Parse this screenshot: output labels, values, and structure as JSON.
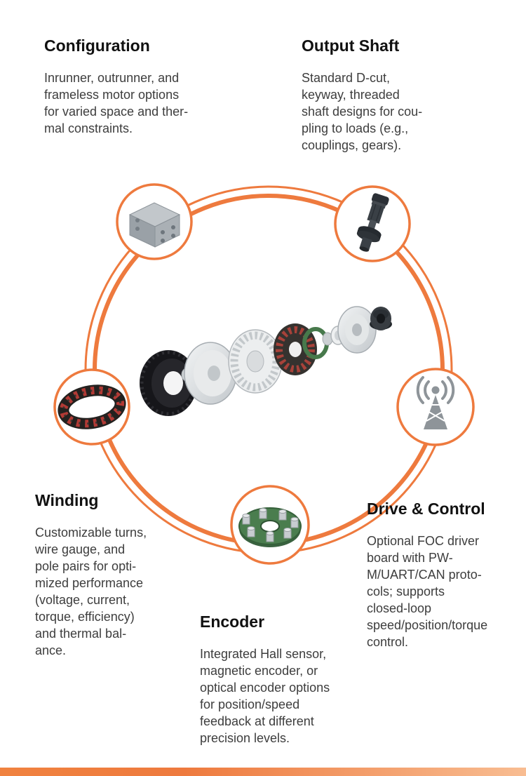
{
  "accent_color": "#ee7a3e",
  "sections": {
    "configuration": {
      "title": "Configuration",
      "body": "Inrunner, outrunner, and\nframeless motor options\nfor varied space and ther-\nmal constraints."
    },
    "output_shaft": {
      "title": "Output Shaft",
      "body": "Standard D-cut,\nkeyway, threaded\nshaft designs for cou-\npling to loads (e.g.,\ncouplings, gears)."
    },
    "winding": {
      "title": "Winding",
      "body": "Customizable turns,\nwire gauge, and\npole pairs for opti-\nmized performance\n(voltage, current,\ntorque, efficiency)\nand thermal bal-\nance."
    },
    "encoder": {
      "title": "Encoder",
      "body": "Integrated Hall sensor,\nmagnetic encoder, or\noptical encoder options\nfor position/speed\nfeedback at different\nprecision levels."
    },
    "drive_control": {
      "title": "Drive & Control",
      "body": "Optional FOC driver\nboard with PW-\nM/UART/CAN proto-\ncols; supports\nclosed-loop\nspeed/position/torque\ncontrol."
    }
  },
  "diagram": {
    "ring_color": "#ee7a3e",
    "center_illustration": "exploded-motor-assembly",
    "nodes": [
      {
        "section": "configuration",
        "icon": "frameless-motor-icon"
      },
      {
        "section": "output_shaft",
        "icon": "output-shaft-icon"
      },
      {
        "section": "winding",
        "icon": "stator-winding-icon"
      },
      {
        "section": "encoder",
        "icon": "encoder-board-icon"
      },
      {
        "section": "drive_control",
        "icon": "signal-tower-icon"
      }
    ]
  },
  "footer": {
    "bar_gradient": [
      "#f0823f",
      "#ee7a3e",
      "#f8bd92"
    ]
  }
}
